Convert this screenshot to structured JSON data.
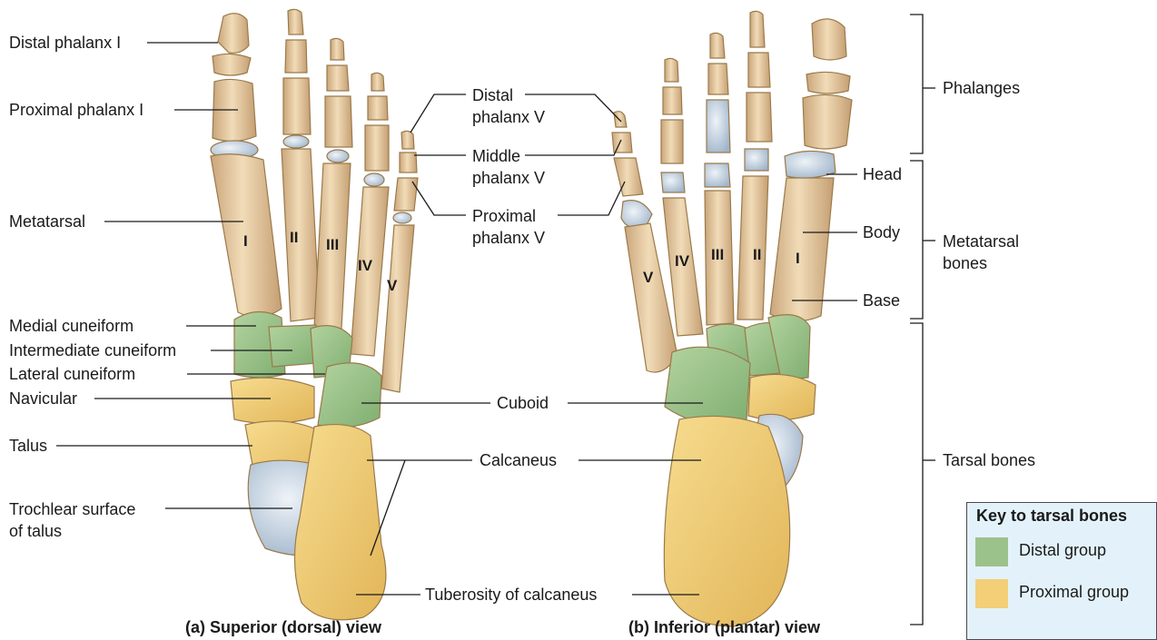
{
  "labels": {
    "distal_phalanx_i": "Distal phalanx I",
    "proximal_phalanx_i": "Proximal phalanx I",
    "metatarsal": "Metatarsal",
    "medial_cuneiform": "Medial cuneiform",
    "intermediate_cuneiform": "Intermediate cuneiform",
    "lateral_cuneiform": "Lateral cuneiform",
    "navicular": "Navicular",
    "talus": "Talus",
    "trochlear_surface": "Trochlear surface\nof talus",
    "distal_phalanx_v": "Distal\nphalanx V",
    "middle_phalanx_v": "Middle\nphalanx V",
    "proximal_phalanx_v": "Proximal\nphalanx V",
    "cuboid": "Cuboid",
    "calcaneus": "Calcaneus",
    "tuberosity_of_calcaneus": "Tuberosity of calcaneus",
    "head": "Head",
    "body": "Body",
    "base": "Base",
    "phalanges": "Phalanges",
    "metatarsal_bones": "Metatarsal\nbones",
    "tarsal_bones": "Tarsal bones"
  },
  "numerals_dorsal": [
    "I",
    "II",
    "III",
    "IV",
    "V"
  ],
  "numerals_plantar": [
    "V",
    "IV",
    "III",
    "II",
    "I"
  ],
  "captions": {
    "superior": "(a) Superior (dorsal) view",
    "inferior": "(b) Inferior (plantar) view"
  },
  "key": {
    "title": "Key to tarsal bones",
    "distal": "Distal group",
    "proximal": "Proximal group"
  },
  "colors": {
    "bone": "#e9cfa4",
    "bone_edge": "#9a7a4a",
    "cartilage": "#c4d3e3",
    "distal_group": "#9cc28c",
    "proximal_group": "#f3cf78",
    "key_background": "#e3f2fa"
  }
}
